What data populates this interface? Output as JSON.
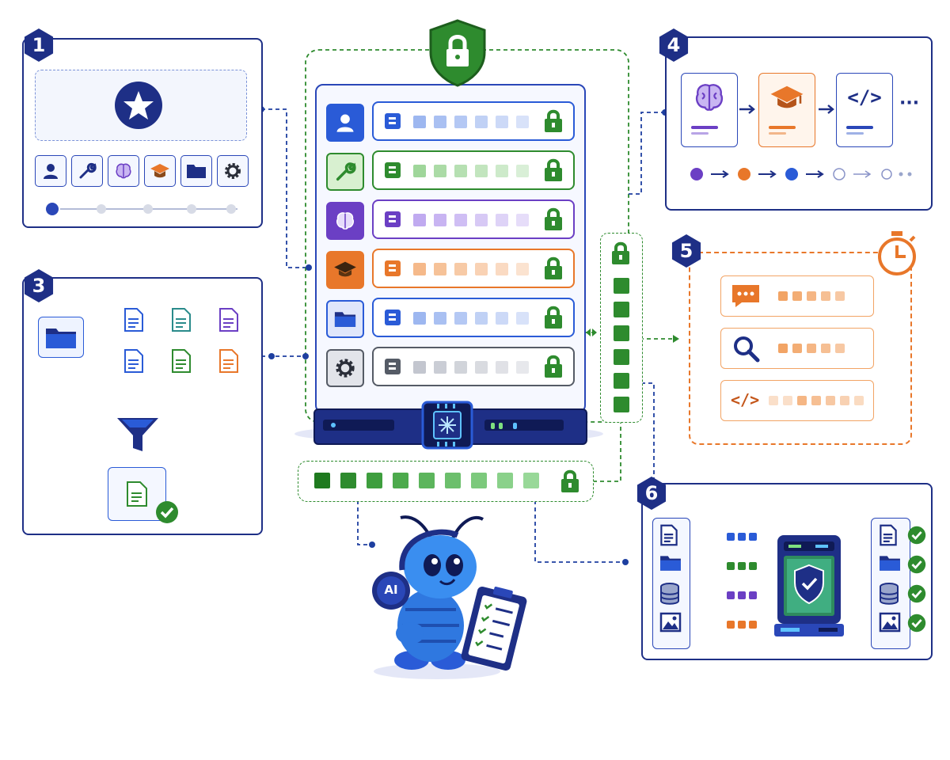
{
  "badges": {
    "b1": "1",
    "b3": "3",
    "b4": "4",
    "b5": "5",
    "b6": "6"
  },
  "icons": {
    "panel1": [
      "star-icon",
      "user-icon",
      "wrench-icon",
      "brain-icon",
      "graduation-cap-icon",
      "folder-icon",
      "gear-icon"
    ],
    "panel3": [
      "folder-icon",
      "document-icon",
      "funnel-icon",
      "check-circle-icon"
    ],
    "panel4": [
      "brain-icon",
      "graduation-cap-icon",
      "code-icon",
      "ellipsis-icon"
    ],
    "panel5": [
      "chat-icon",
      "search-icon",
      "code-icon",
      "stopwatch-icon"
    ],
    "panel6": [
      "document-icon",
      "folder-icon",
      "database-icon",
      "image-icon",
      "shield-check-icon",
      "check-circle-icon"
    ],
    "center": [
      "shield-lock-icon",
      "lock-icon",
      "chip-icon"
    ]
  },
  "panel4": {
    "code_label": "</>",
    "more_label": "···"
  },
  "panel5": {
    "code_label": "</>"
  },
  "mascot": {
    "headphone_label": "AI"
  },
  "colors": {
    "navy": "#1e2f86",
    "blue": "#2a5bd7",
    "green": "#2e8b2e",
    "purple": "#6b3fc4",
    "orange": "#e8772a",
    "gray": "#555b66"
  }
}
